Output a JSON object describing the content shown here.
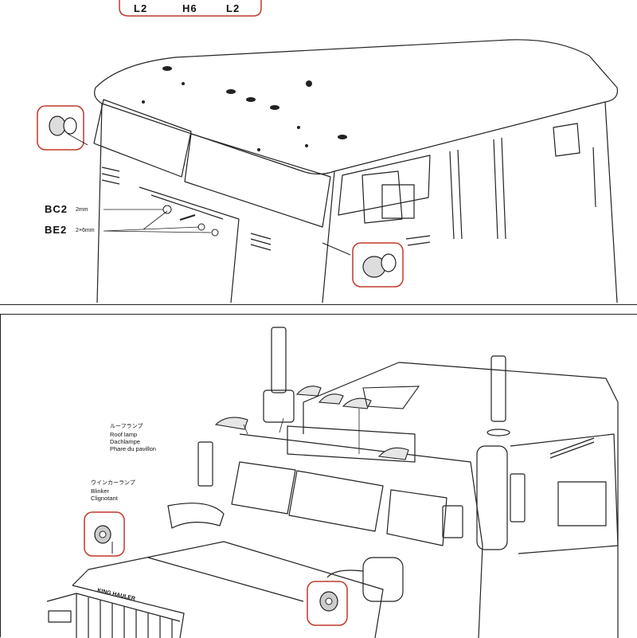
{
  "top_panel": {
    "callout_parts": [
      "L2",
      "H6",
      "L2"
    ],
    "bc2": {
      "code": "BC2",
      "size": "2mm"
    },
    "be2": {
      "code": "BE2",
      "size": "2×6mm"
    }
  },
  "bottom_panel": {
    "roof_lamp": {
      "jp": "ルーフランプ",
      "en": "Roof lamp",
      "de": "Dachlampe",
      "fr": "Phare du pavillon"
    },
    "blinker": {
      "jp": "ウインカーランプ",
      "en": "Blinker",
      "fr": "Clignotant"
    },
    "grille_badge": "KING HAULER"
  },
  "colors": {
    "highlight": "#c0392b",
    "line": "#222222"
  }
}
